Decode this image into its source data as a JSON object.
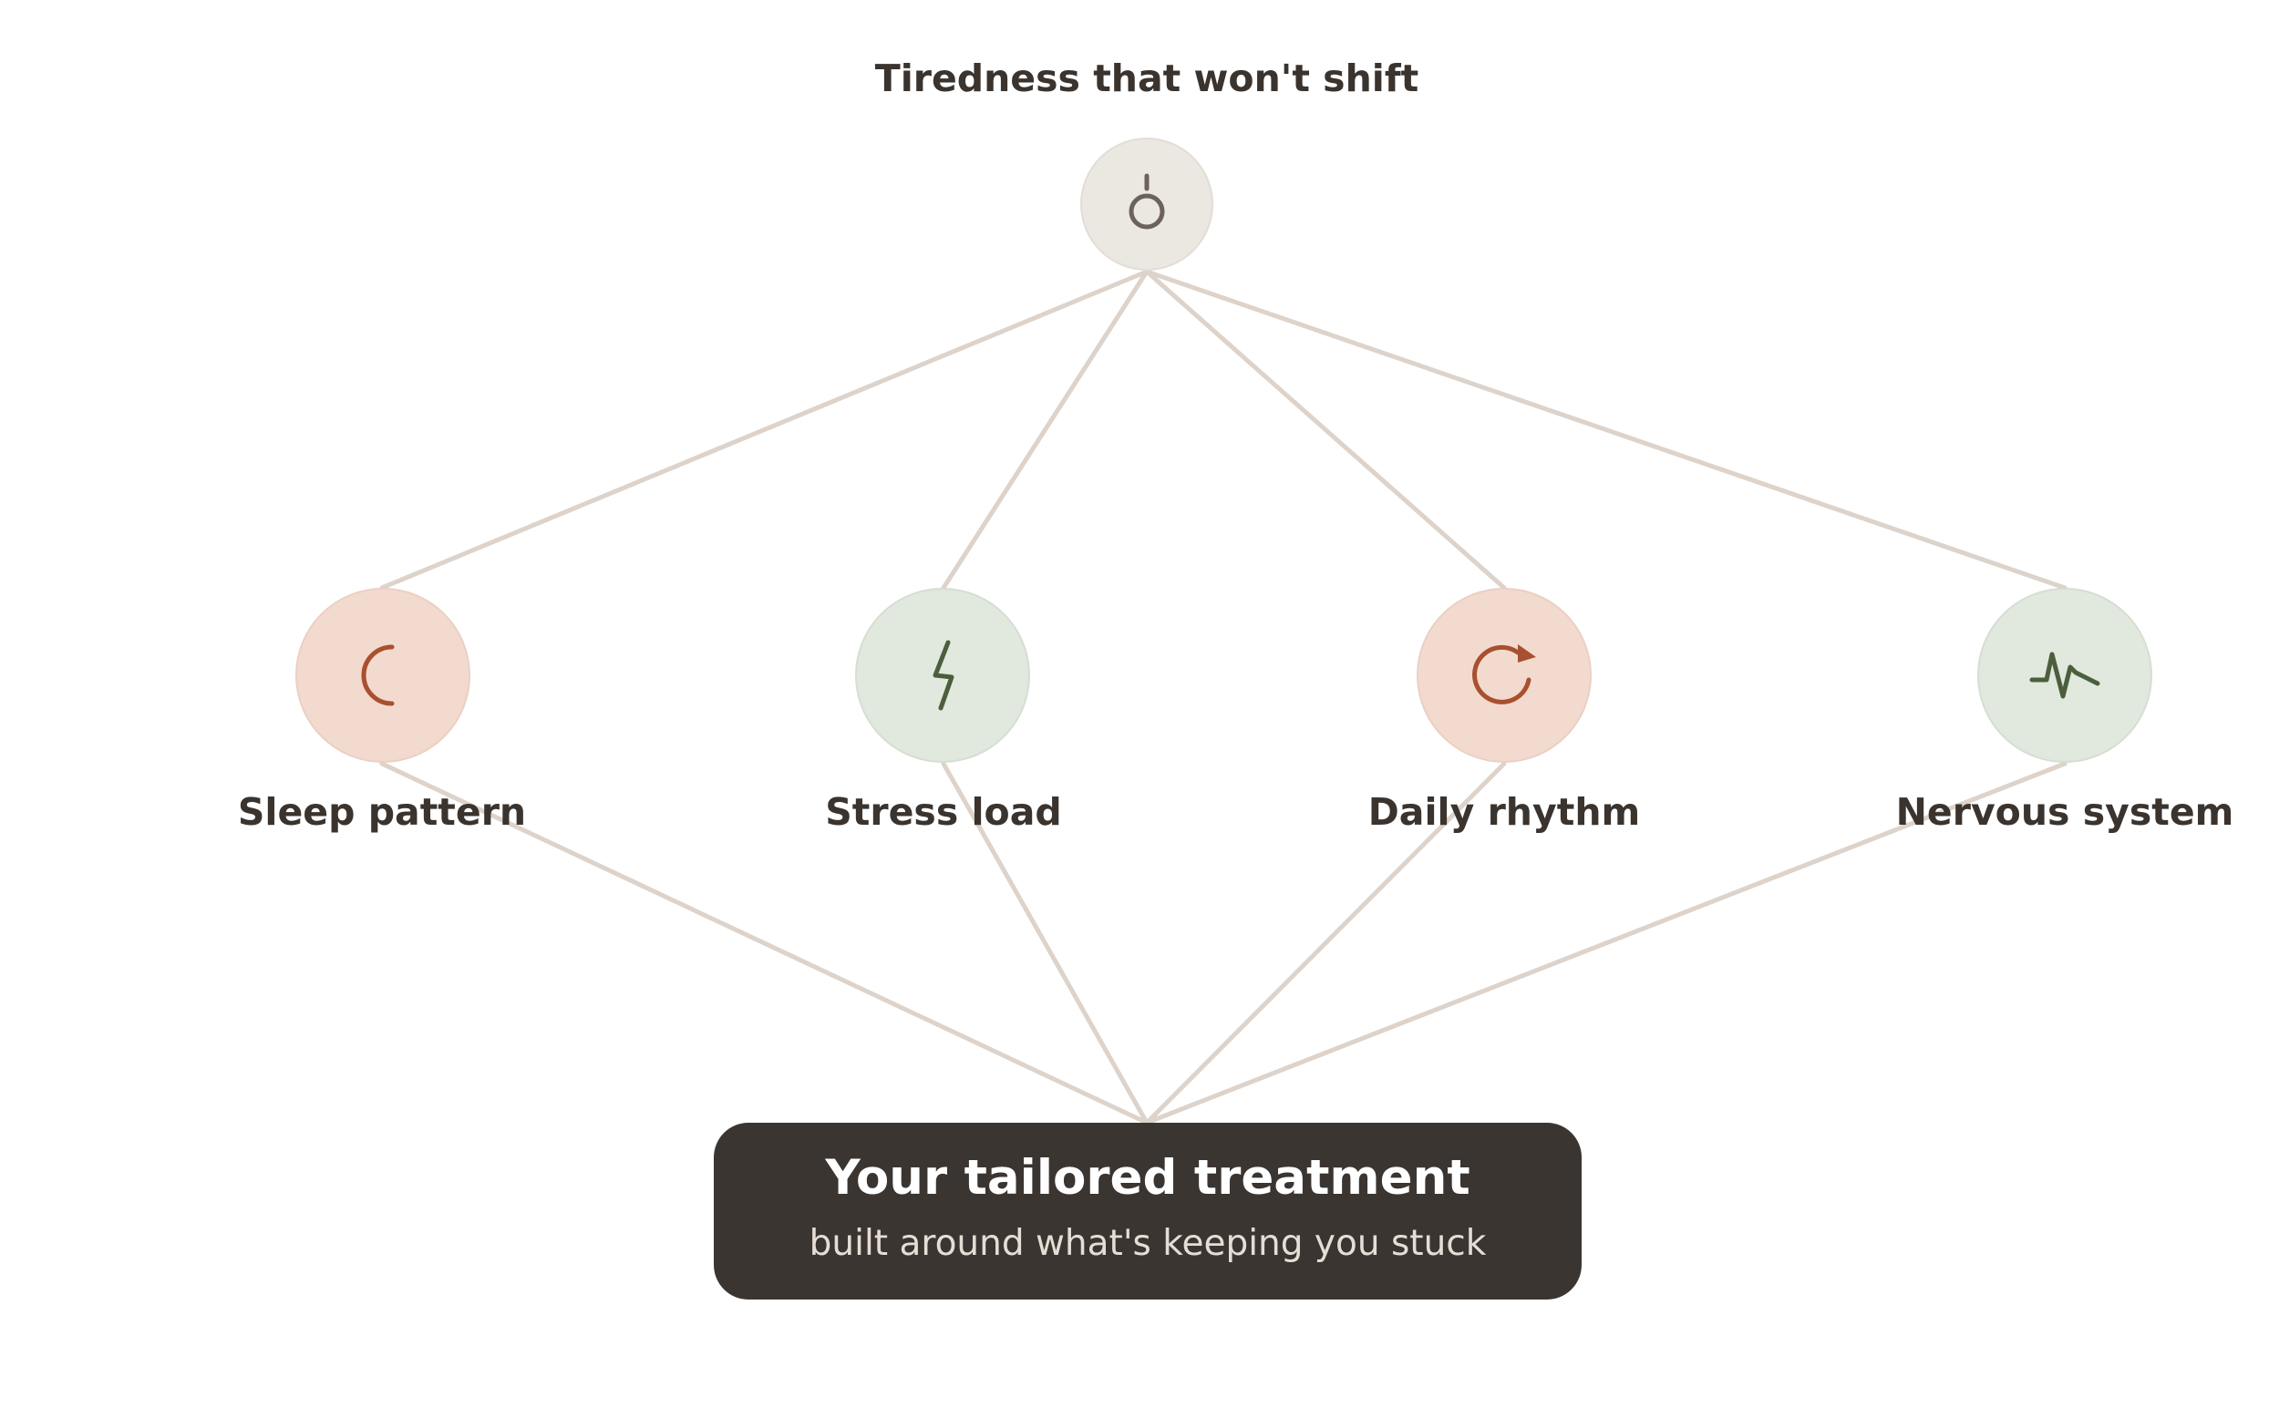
{
  "top": {
    "label": "Tiredness that won't shift",
    "icon": "power-icon",
    "fill": "#ebe7e1"
  },
  "factors": [
    {
      "label": "Sleep pattern",
      "icon": "crescent-moon-icon",
      "fill": "#f3dacf",
      "stroke": "#a8502f"
    },
    {
      "label": "Stress load",
      "icon": "lightning-bolt-icon",
      "fill": "#e1e8dd",
      "stroke": "#4b5f3d"
    },
    {
      "label": "Daily rhythm",
      "icon": "refresh-cycle-icon",
      "fill": "#f3dacf",
      "stroke": "#a8502f"
    },
    {
      "label": "Nervous system",
      "icon": "pulse-wave-icon",
      "fill": "#e1e8dd",
      "stroke": "#4b5f3d"
    }
  ],
  "result": {
    "title": "Your tailored treatment",
    "subtitle": "built around what's keeping you stuck"
  },
  "colors": {
    "connector": "#ddd3ca",
    "text": "#3a332e",
    "result_bg": "#3b3531"
  }
}
